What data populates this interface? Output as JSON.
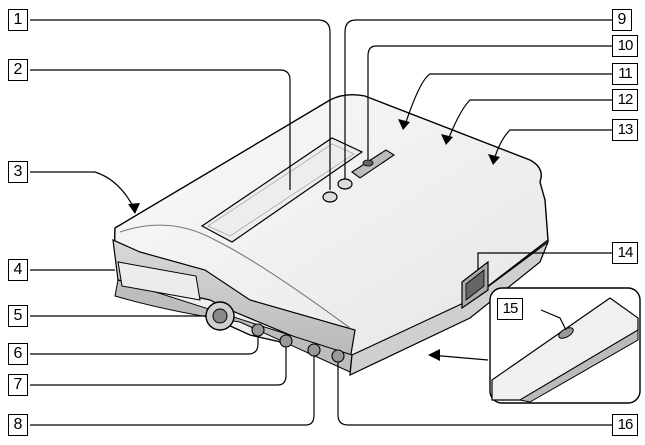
{
  "callouts": [
    {
      "id": "1",
      "label": "1"
    },
    {
      "id": "2",
      "label": "2"
    },
    {
      "id": "3",
      "label": "3"
    },
    {
      "id": "4",
      "label": "4"
    },
    {
      "id": "5",
      "label": "5"
    },
    {
      "id": "6",
      "label": "6"
    },
    {
      "id": "7",
      "label": "7"
    },
    {
      "id": "8",
      "label": "8"
    },
    {
      "id": "9",
      "label": "9"
    },
    {
      "id": "10",
      "label": "10"
    },
    {
      "id": "11",
      "label": "11"
    },
    {
      "id": "12",
      "label": "12"
    },
    {
      "id": "13",
      "label": "13"
    },
    {
      "id": "14",
      "label": "14"
    },
    {
      "id": "15",
      "label": "15"
    },
    {
      "id": "16",
      "label": "16"
    }
  ],
  "colors": {
    "line": "#000000",
    "body": "#f4f4f4",
    "shade": "#c9c9c9",
    "dark": "#8a8a8a"
  }
}
